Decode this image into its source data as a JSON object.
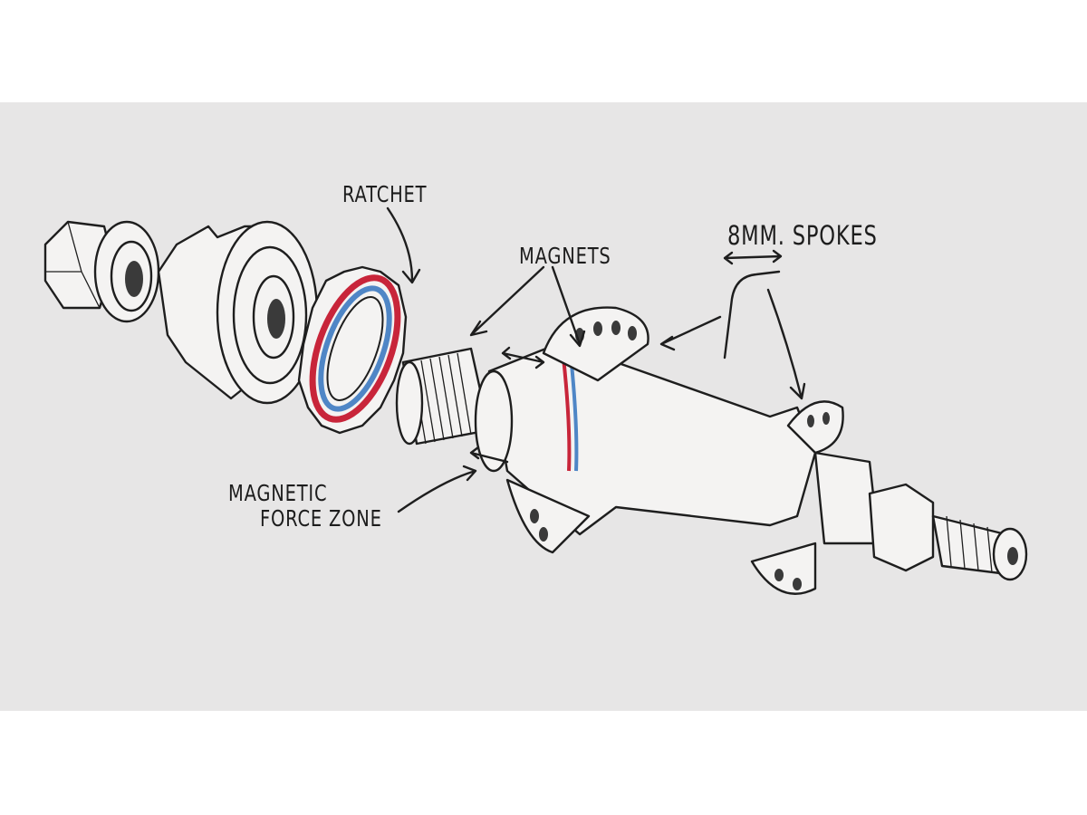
{
  "labels": {
    "ratchet": "RATCHET",
    "magnets": "MAGNETS",
    "spokes": "8MM. SPOKES",
    "force_zone_line1": "MAGNETIC",
    "force_zone_line2": "FORCE ZONE"
  },
  "colors": {
    "background": "#e7e6e6",
    "magnet_red": "#c8253a",
    "magnet_blue": "#4f86c6"
  }
}
